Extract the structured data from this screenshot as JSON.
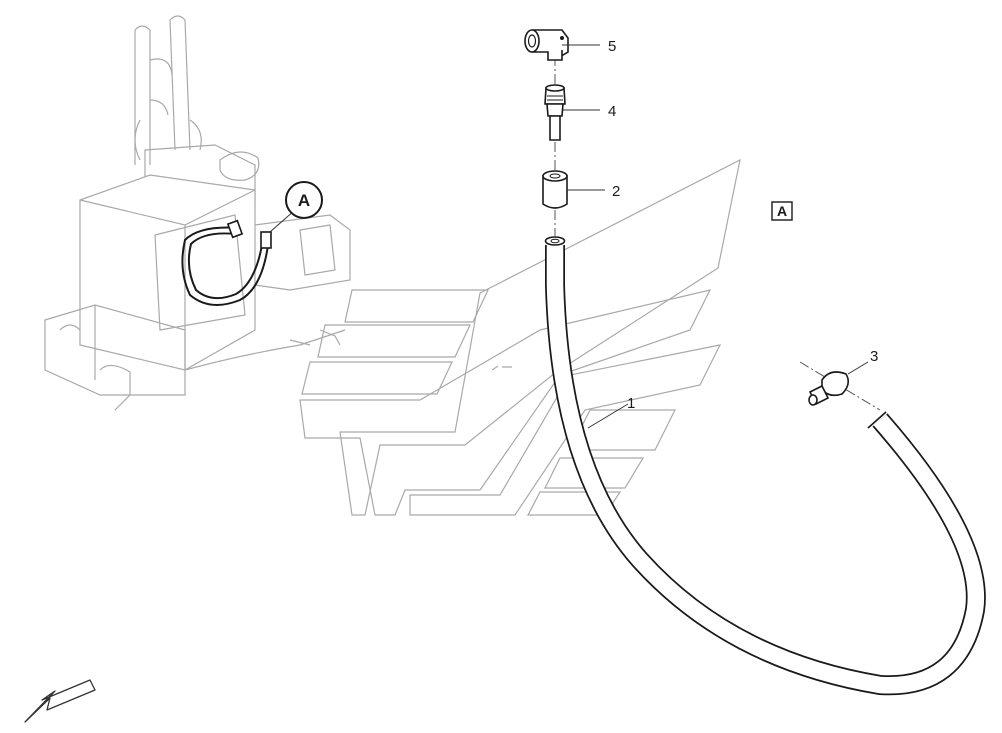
{
  "detail_view": {
    "circle_label": "A",
    "box_label": "A"
  },
  "callouts": [
    {
      "id": "1",
      "label": "1"
    },
    {
      "id": "2",
      "label": "2"
    },
    {
      "id": "3",
      "label": "3"
    },
    {
      "id": "4",
      "label": "4"
    },
    {
      "id": "5",
      "label": "5"
    }
  ],
  "icons": {
    "orientation_arrow": "arrow-down-left-icon"
  },
  "colors": {
    "line": "#1a1a1a",
    "ghost": "#a9a9a9",
    "background": "#ffffff"
  }
}
